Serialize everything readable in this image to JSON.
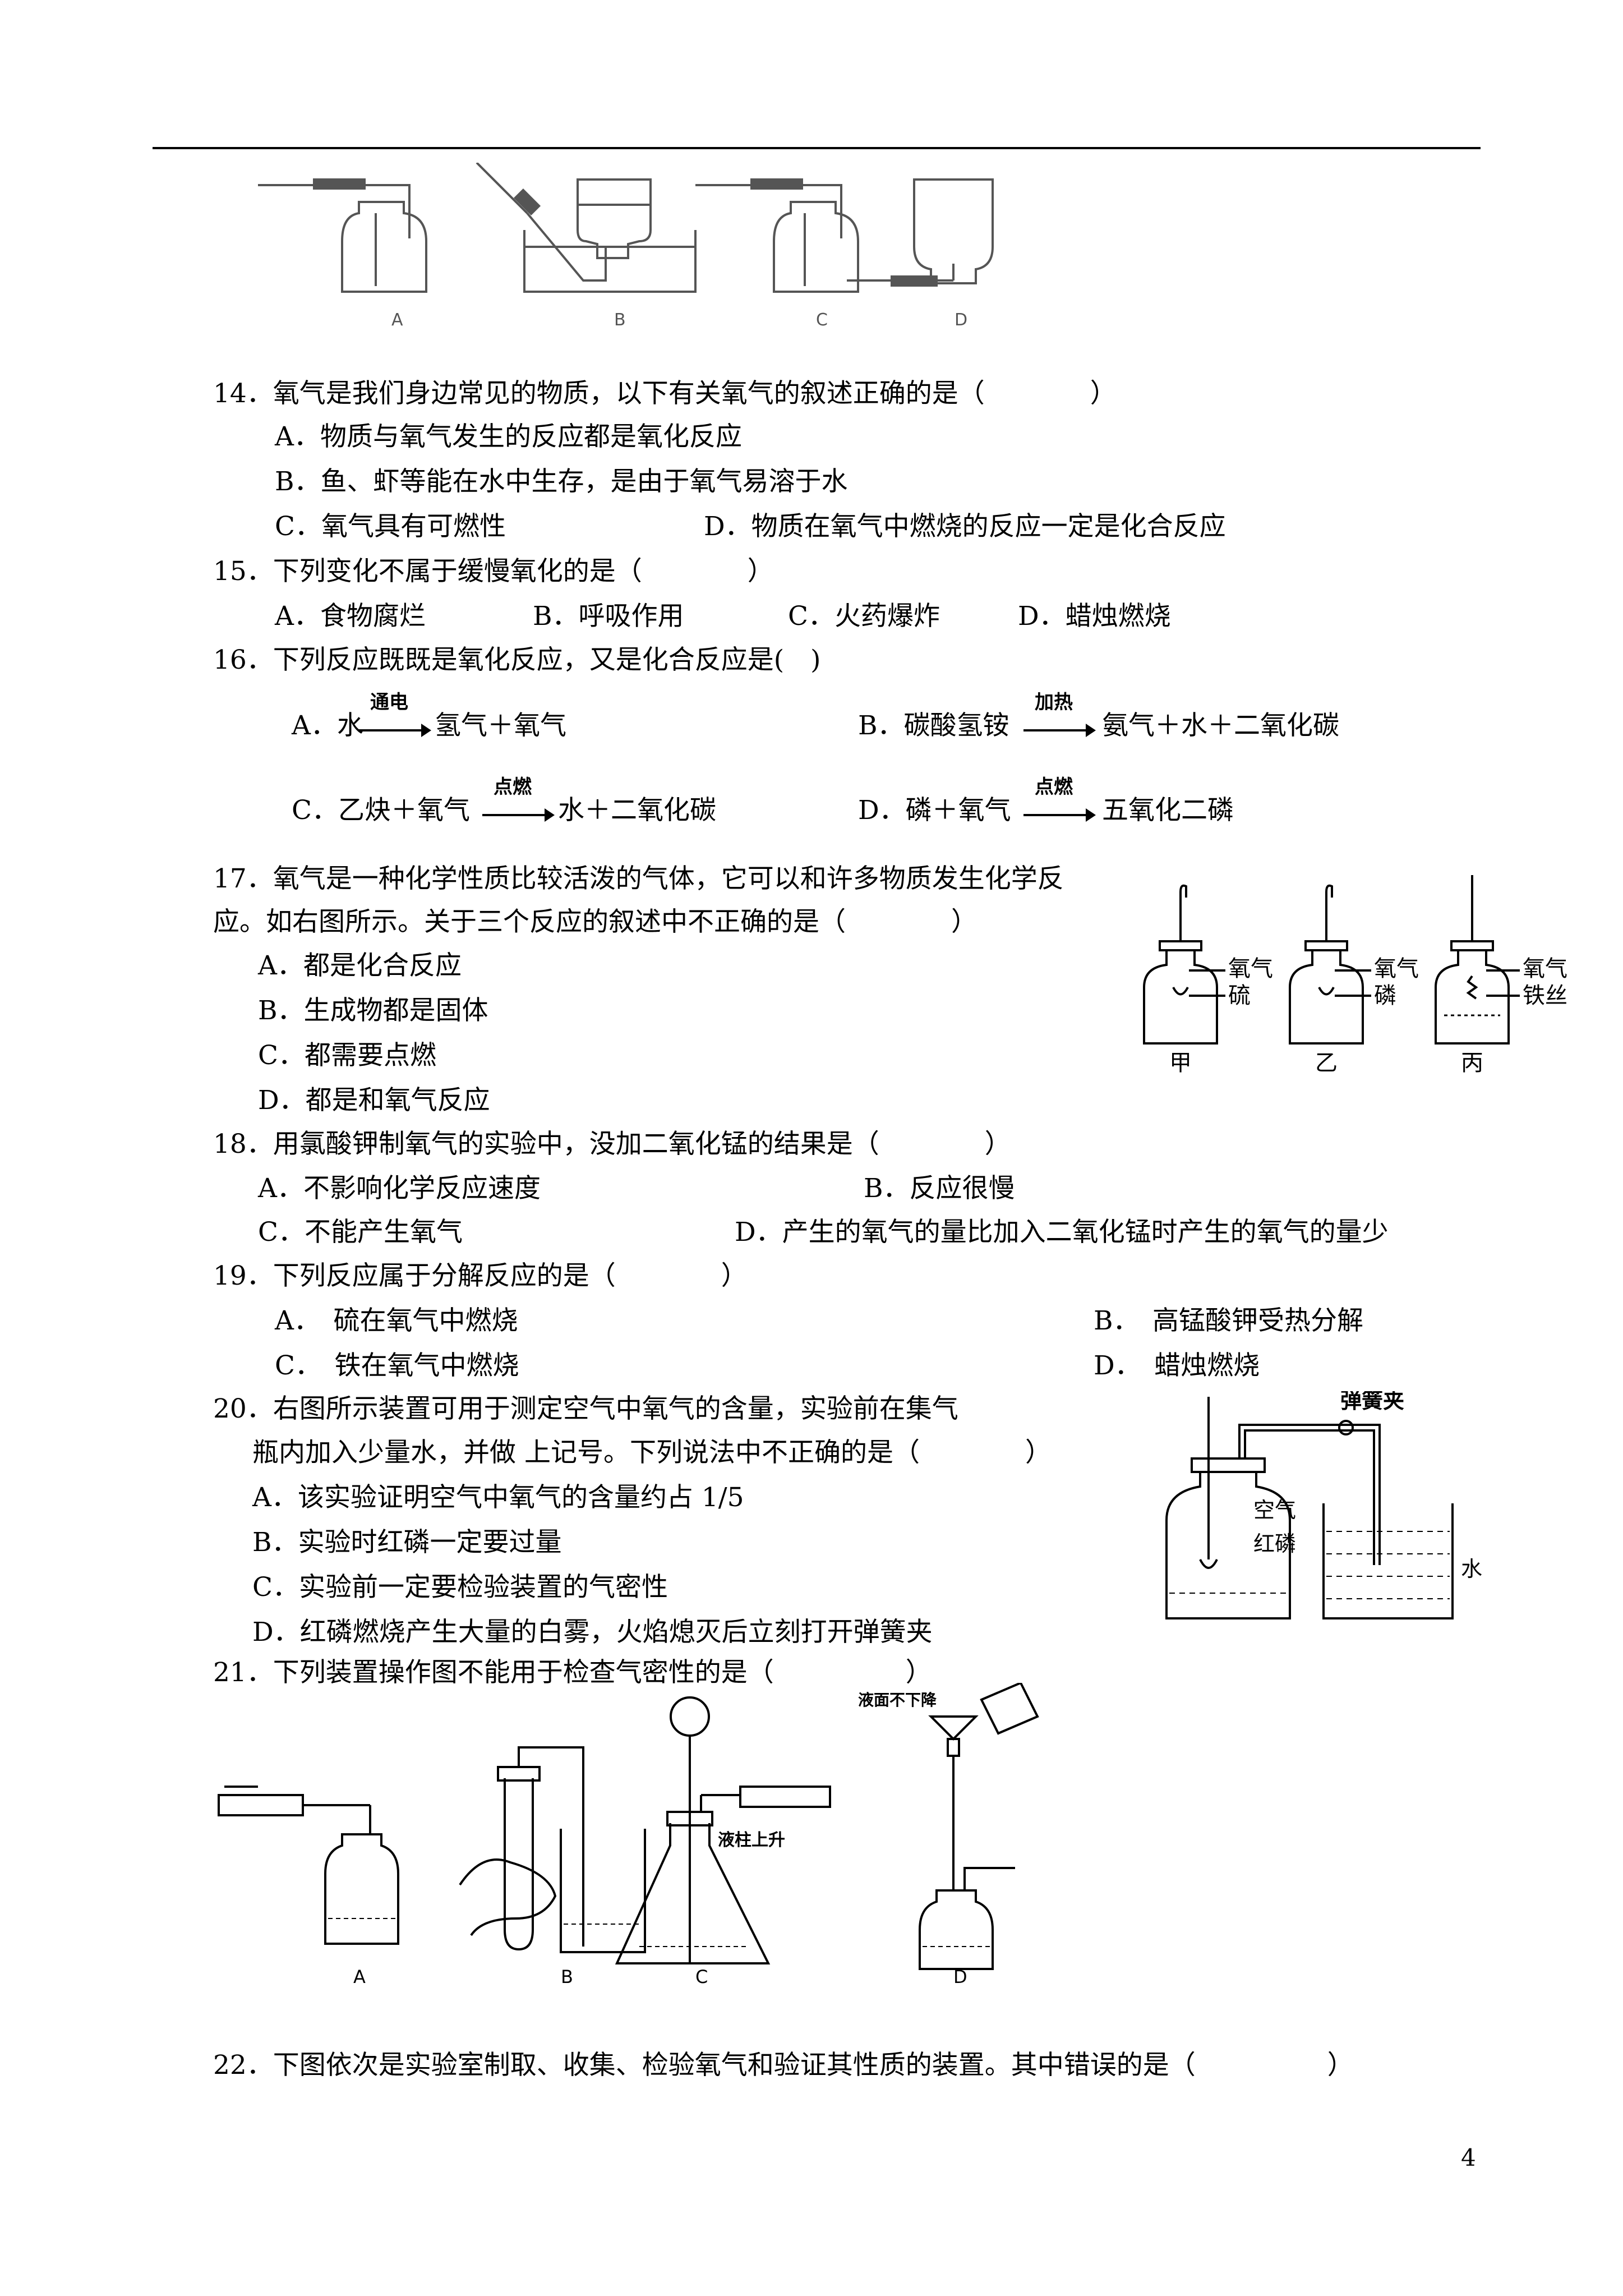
{
  "top_figure": {
    "labels": [
      "A",
      "B",
      "C",
      "D"
    ]
  },
  "q14": {
    "stem": "14．氧气是我们身边常见的物质，以下有关氧气的叙述正确的是（　　　　）",
    "a": "A．物质与氧气发生的反应都是氧化反应",
    "b": "B．鱼、虾等能在水中生存，是由于氧气易溶于水",
    "c": "C．氧气具有可燃性",
    "d": "D．物质在氧气中燃烧的反应一定是化合反应"
  },
  "q15": {
    "stem": "15．下列变化不属于缓慢氧化的是（　　　　）",
    "a": "A．食物腐烂",
    "b": "B．呼吸作用",
    "c": "C．火药爆炸",
    "d": "D．蜡烛燃烧"
  },
  "q16": {
    "stem": "16．下列反应既既是氧化反应，又是化合反应是(　)",
    "a": {
      "label": "A．水",
      "cond": "通电",
      "product": "氢气＋氧气"
    },
    "b": {
      "label": "B．碳酸氢铵",
      "cond": "加热",
      "product": "氨气＋水＋二氧化碳"
    },
    "c": {
      "label": "C．乙炔＋氧气",
      "cond": "点燃",
      "product": "水＋二氧化碳"
    },
    "d": {
      "label": "D．磷＋氧气",
      "cond": "点燃",
      "product": "五氧化二磷"
    }
  },
  "q17": {
    "stem1": "17．氧气是一种化学性质比较活泼的气体，它可以和许多物质发生化学反",
    "stem2": "应。如右图所示。关于三个反应的叙述中不正确的是（　　　　）",
    "a": "A．都是化合反应",
    "b": "B．生成物都是固体",
    "c": "C．都需要点燃",
    "d": "D．都是和氧气反应",
    "figure": {
      "jar1": {
        "gas": "氧气",
        "substance": "硫",
        "caption": "甲"
      },
      "jar2": {
        "gas": "氧气",
        "substance": "磷",
        "caption": "乙"
      },
      "jar3": {
        "gas": "氧气",
        "substance": "铁丝",
        "caption": "丙"
      }
    }
  },
  "q18": {
    "stem": "18．用氯酸钾制氧气的实验中，没加二氧化锰的结果是（　　　　）",
    "a": "A．不影响化学反应速度",
    "b": "B．反应很慢",
    "c": "C．不能产生氧气",
    "d": "D．产生的氧气的量比加入二氧化锰时产生的氧气的量少"
  },
  "q19": {
    "stem": "19．下列反应属于分解反应的是（　　　　）",
    "a": "A．　硫在氧气中燃烧",
    "b": "B．　高锰酸钾受热分解",
    "c": "C．　铁在氧气中燃烧",
    "d": "D．　蜡烛燃烧"
  },
  "q20": {
    "stem1": "20．右图所示装置可用于测定空气中氧气的含量，实验前在集气",
    "stem2": "瓶内加入少量水，并做 上记号。下列说法中不正确的是（　　　　）",
    "a": "A．该实验证明空气中氧气的含量约占 1/5",
    "b": "B．实验时红磷一定要过量",
    "c": "C．实验前一定要检验装置的气密性",
    "d": "D．红磷燃烧产生大量的白雾，火焰熄灭后立刻打开弹簧夹",
    "figure": {
      "clip": "弹簧夹",
      "air": "空气",
      "phosphorus": "红磷",
      "water": "水"
    }
  },
  "q21": {
    "stem": "21．下列装置操作图不能用于检查气密性的是（　　　　　）",
    "figure": {
      "labels": [
        "A",
        "B",
        "C",
        "D"
      ],
      "note_c": "液柱上升",
      "note_d": "液面不下降"
    }
  },
  "q22": {
    "stem": "22．下图依次是实验室制取、收集、检验氧气和验证其性质的装置。其中错误的是（　　　　　）"
  },
  "page_number": "4"
}
